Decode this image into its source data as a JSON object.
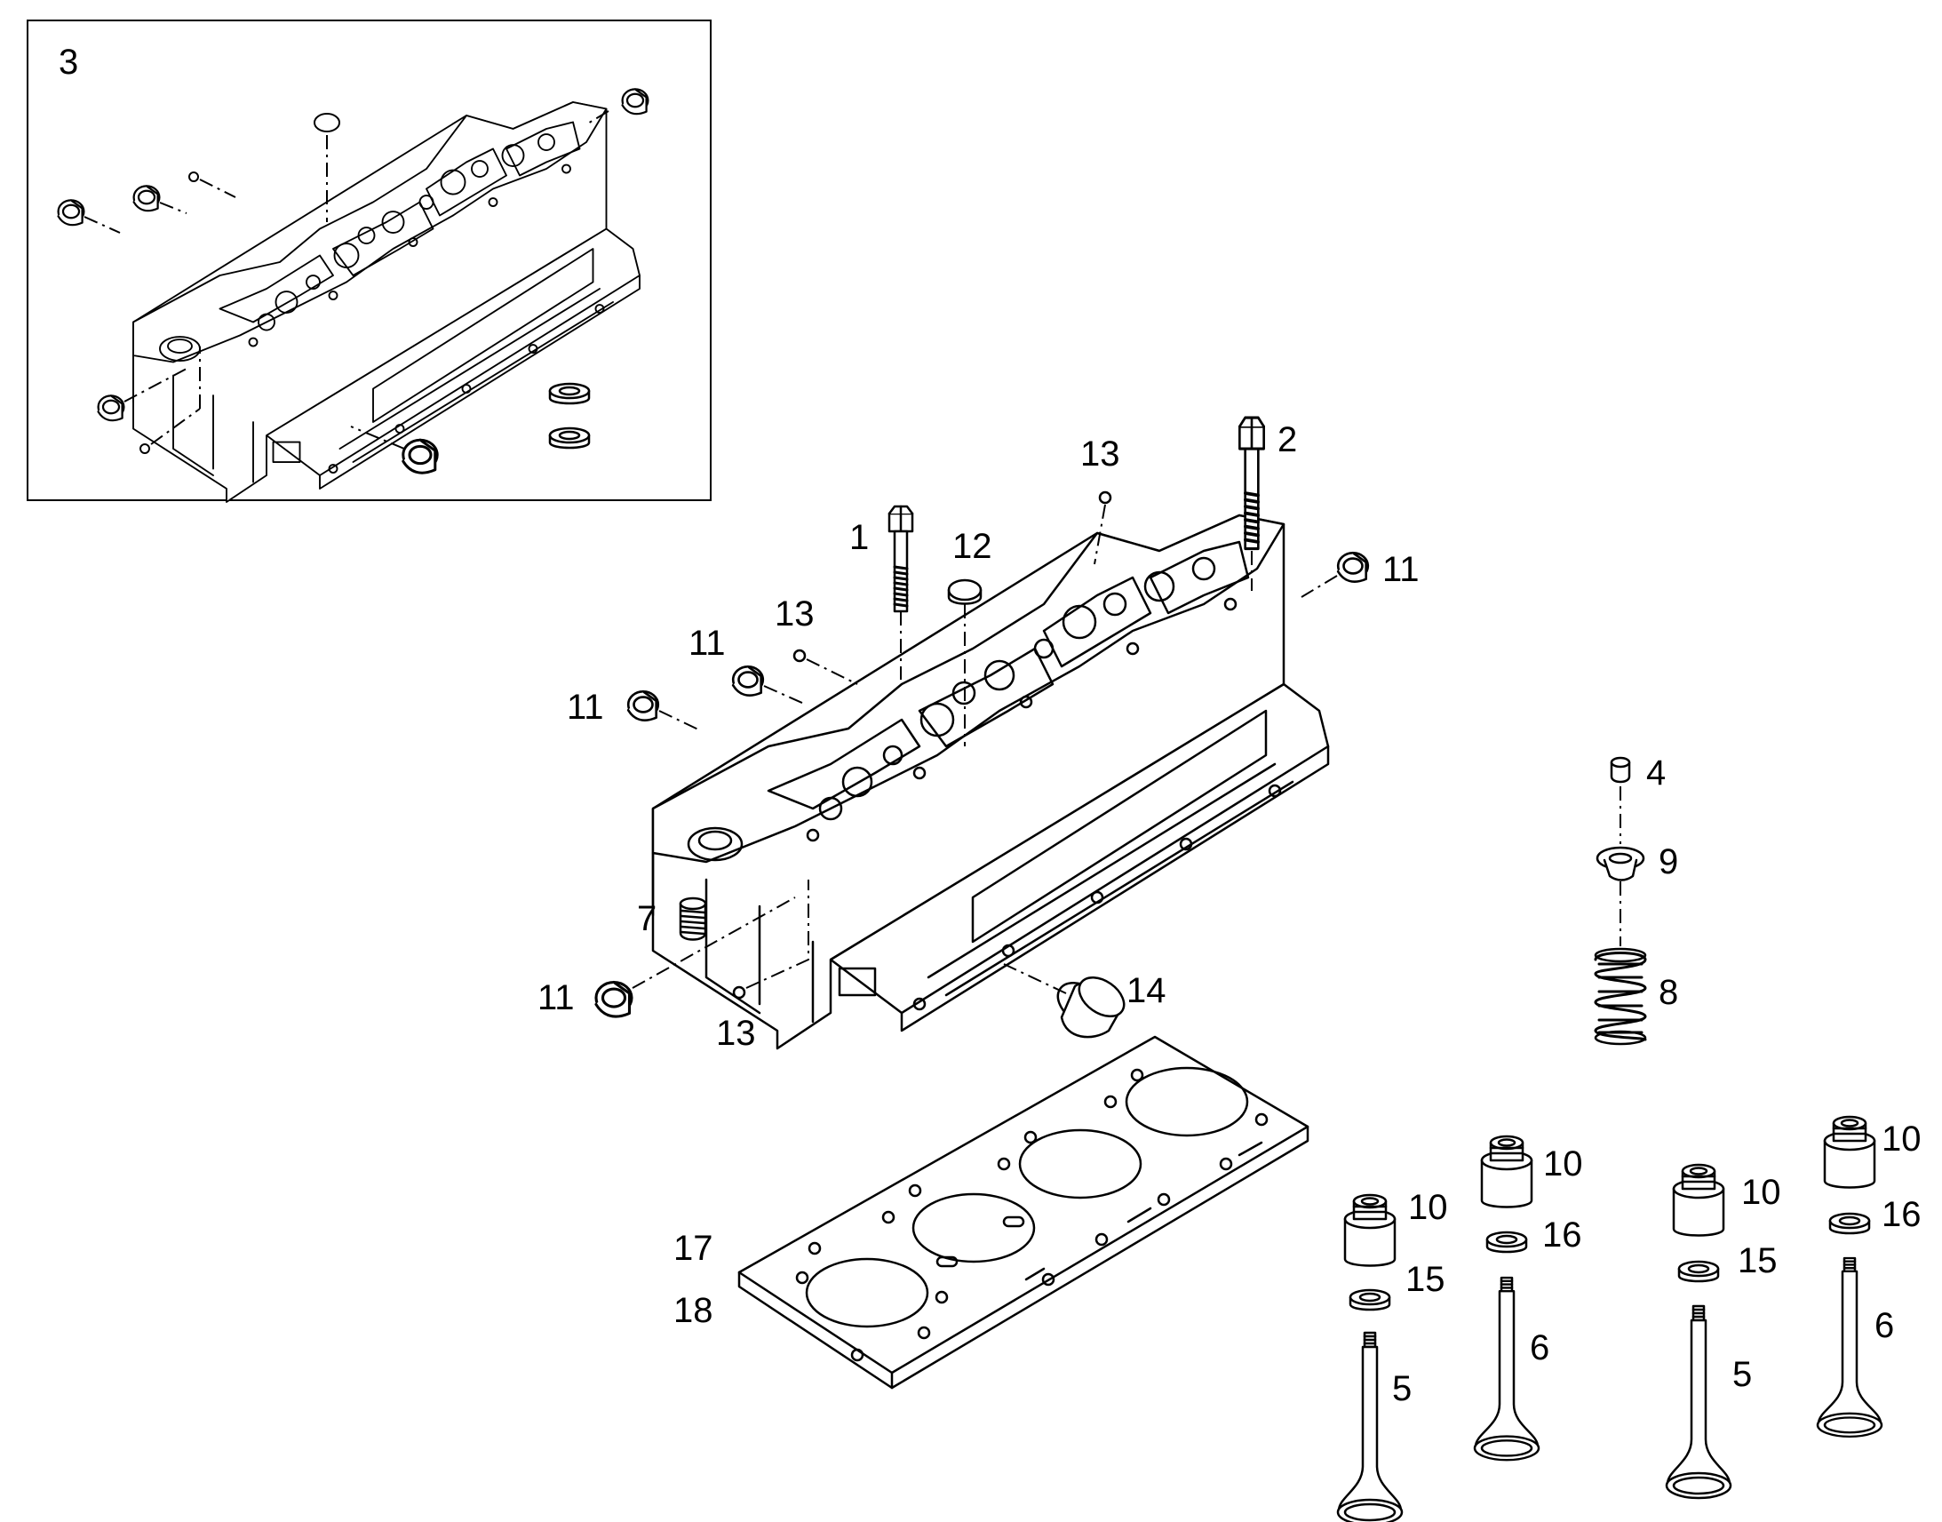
{
  "inset": {
    "callout": "3"
  },
  "callouts": {
    "bolt_short": "1",
    "bolt_long": "2",
    "valve_cap": "4",
    "exhaust_valve_left": "5",
    "exhaust_valve_right": "5",
    "intake_valve_left": "6",
    "intake_valve_right": "6",
    "threaded_plug": "7",
    "valve_spring": "8",
    "spring_retainer": "9",
    "valve_guide_1": "10",
    "valve_guide_2": "10",
    "valve_guide_3": "10",
    "valve_guide_4": "10",
    "expansion_plug_rear": "11",
    "expansion_plug_top": "11",
    "expansion_plug_left": "11",
    "expansion_plug_bottom": "11",
    "injector_sleeve": "12",
    "dowel_top": "13",
    "dowel_left": "13",
    "dowel_bottom": "13",
    "large_plug": "14",
    "valve_seal_left": "15",
    "valve_seal_right": "15",
    "valve_seat_left": "16",
    "valve_seat_right": "16",
    "head_gasket_a": "17",
    "head_gasket_b": "18"
  }
}
